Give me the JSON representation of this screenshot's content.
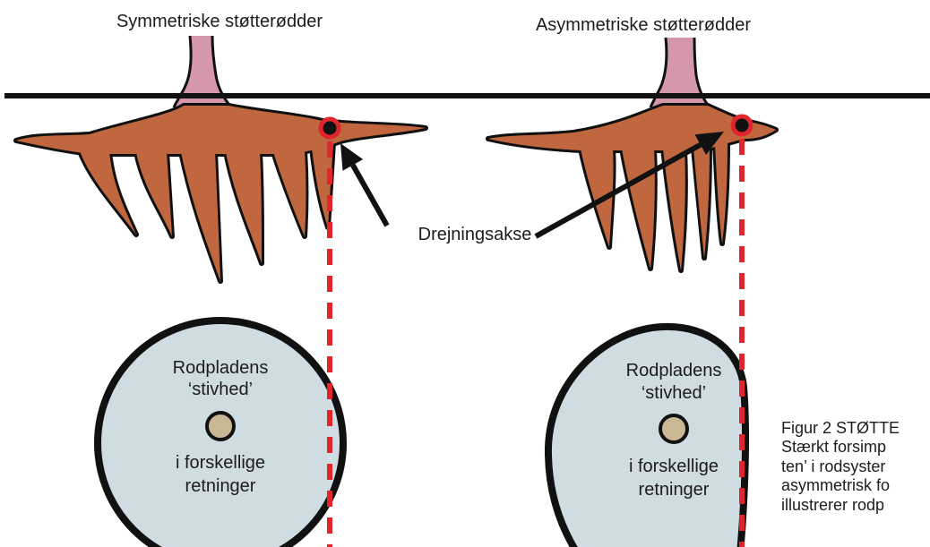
{
  "figure": {
    "title_left": "Symmetriske støtterødder",
    "title_right": "Asymmetriske støtterødder",
    "axis_label": "Drejningsakse",
    "plate_left": {
      "line1": "Rodpladens",
      "line2": "‘stivhed’",
      "line3": "i forskellige",
      "line4": "retninger"
    },
    "plate_right": {
      "line1": "Rodpladens",
      "line2": "‘stivhed’",
      "line3": "i forskellige",
      "line4": "retninger"
    },
    "caption_lines": [
      "Figur 2 STØTTE",
      "Stærkt forsimp",
      "ten’ i rodsyster",
      "asymmetrisk fo",
      "illustrerer rodp"
    ]
  },
  "colors": {
    "ground_line": "#111111",
    "outline": "#111111",
    "root": "#c0673f",
    "trunk": "#d597aa",
    "rotation_axis": "#e0262c",
    "plate": "#cfdce1",
    "center_disc": "#c8b894"
  }
}
